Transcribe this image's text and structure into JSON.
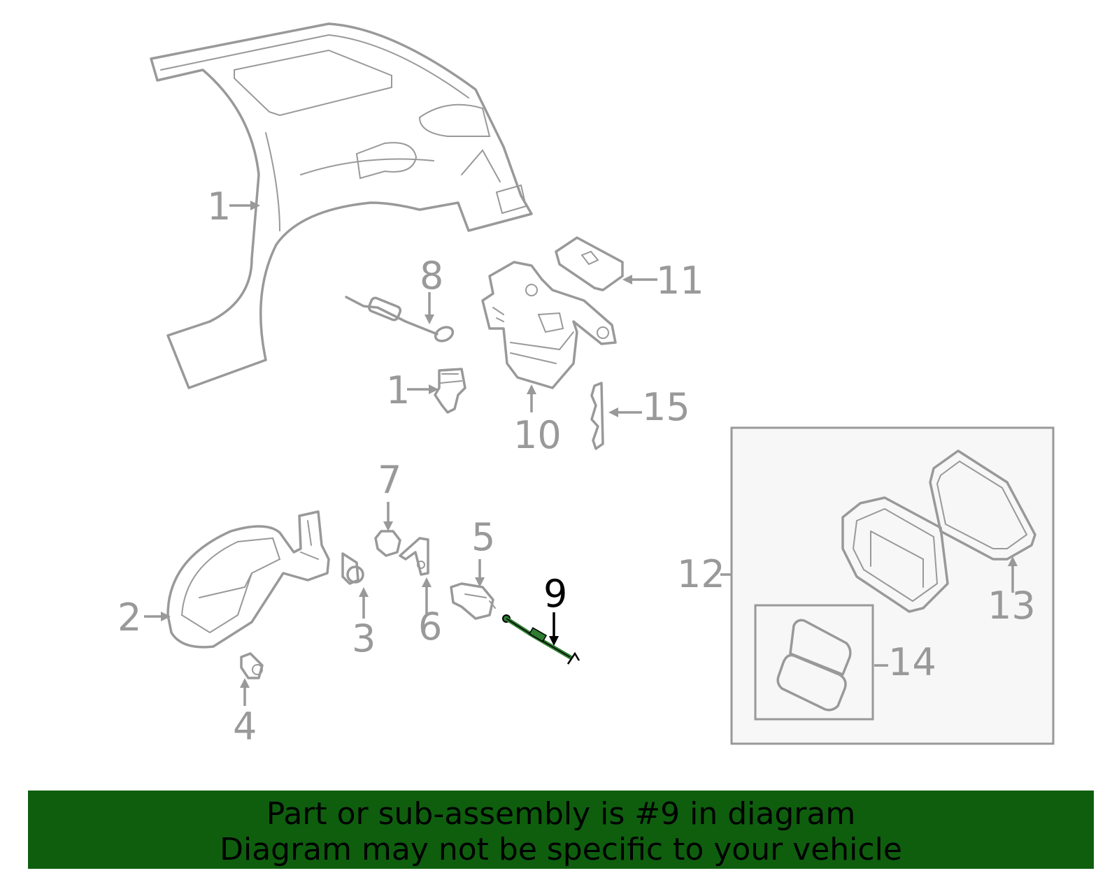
{
  "colors": {
    "part_stroke": "#999999",
    "highlight_part": "#2e7d32",
    "highlight_label": "#000000",
    "banner_background": "#0e5e0e",
    "inset_background": "#f7f7f7"
  },
  "labels": {
    "l1a": "1",
    "l1b": "1",
    "l2": "2",
    "l3": "3",
    "l4": "4",
    "l5": "5",
    "l6": "6",
    "l7": "7",
    "l8": "8",
    "l9": "9",
    "l10": "10",
    "l11": "11",
    "l12": "12",
    "l13": "13",
    "l14": "14",
    "l15": "15"
  },
  "highlighted_part": "9",
  "banner": {
    "line1": "Part or sub-assembly is #9 in diagram",
    "line2": "Diagram may not be specific to your vehicle"
  }
}
